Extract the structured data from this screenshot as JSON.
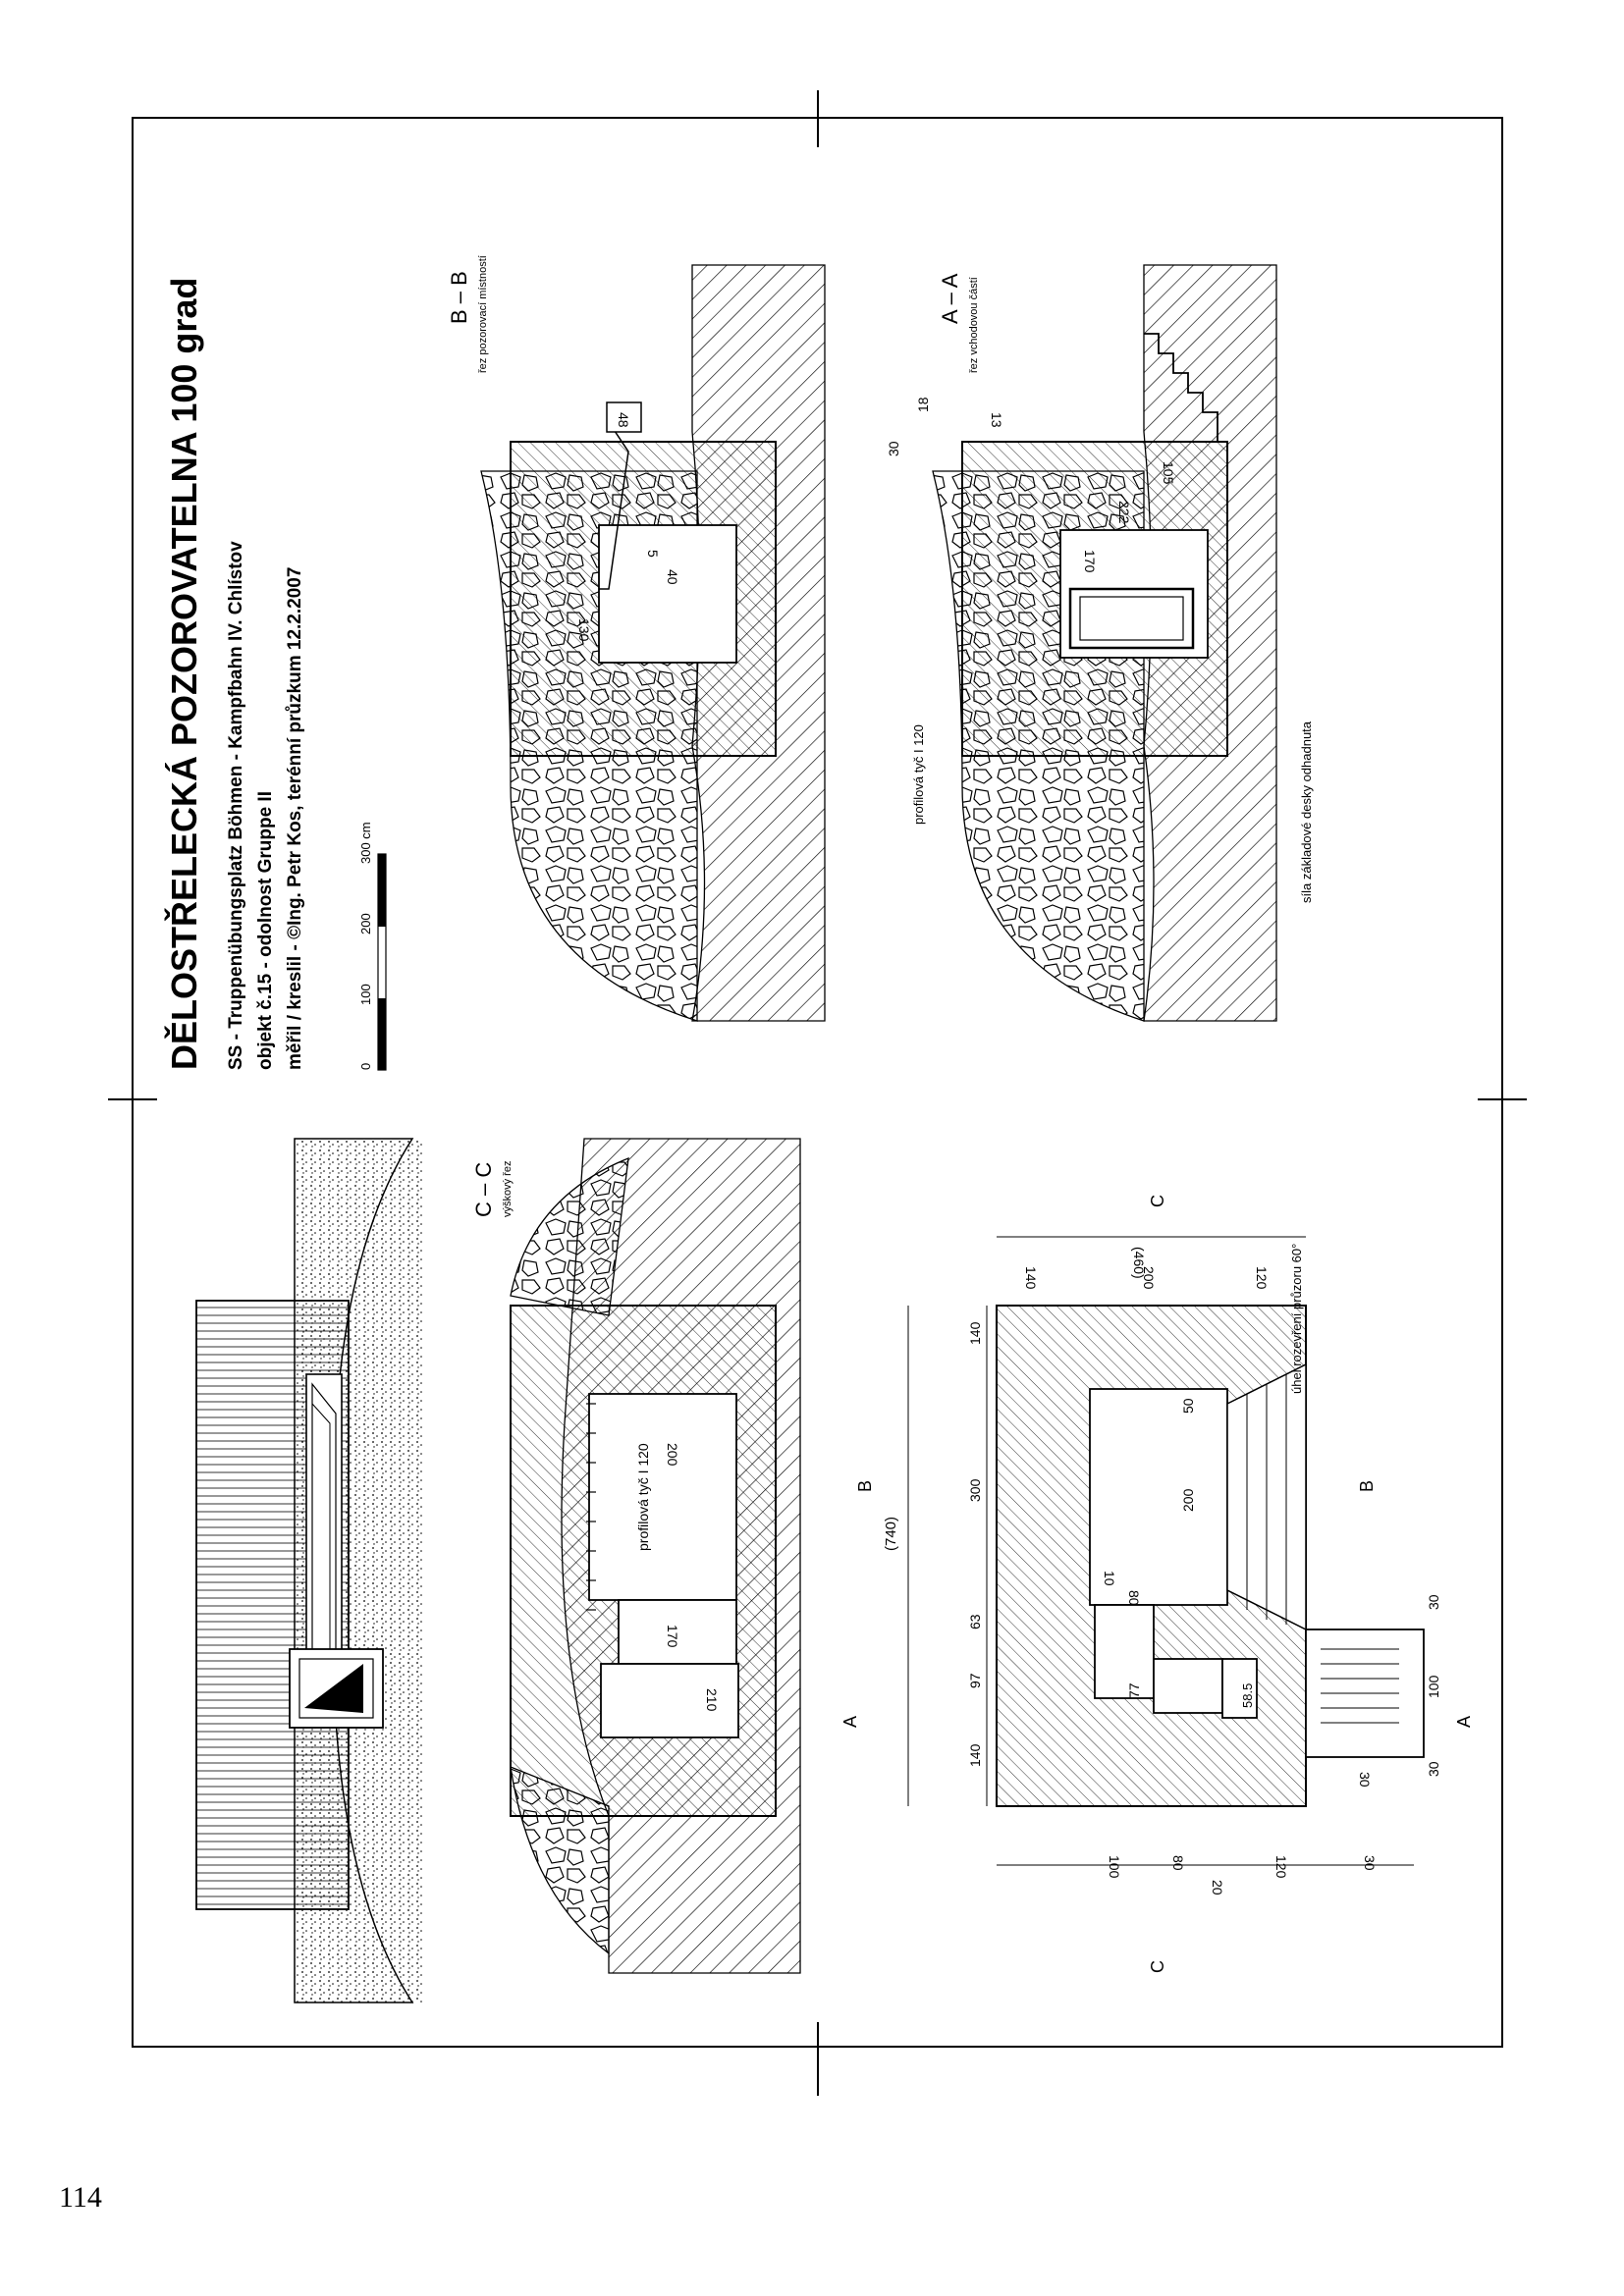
{
  "page_number": "114",
  "title": "DĚLOSTŘELECKÁ POZOROVATELNA 100 grad",
  "info_lines": [
    "SS - Truppenübungsplatz Böhmen - Kampfbahn IV. Chlístov",
    "objekt č.15 - odolnost Gruppe II",
    "měřil / kreslil - ©Ing. Petr Kos, terénní průzkum 12.2.2007"
  ],
  "scale_bar": {
    "ticks": [
      "0",
      "100",
      "200",
      "300 cm"
    ]
  },
  "section_bb": {
    "label": "B – B",
    "caption": "řez pozorovací místností",
    "dims": [
      "48",
      "5",
      "40",
      "130"
    ]
  },
  "section_aa": {
    "label": "A – A",
    "caption": "řez vchodovou částí",
    "dims": [
      "30",
      "18",
      "13",
      "105",
      "222",
      "170"
    ],
    "notes": [
      "profilová tyč I 120",
      "síla základové desky odhadnuta"
    ]
  },
  "section_cc": {
    "label": "C – C",
    "caption": "výškový řez",
    "dims": [
      "200",
      "170",
      "210"
    ],
    "notes": [
      "profilová tyč I 120"
    ]
  },
  "plan": {
    "cut_labels": [
      "A",
      "A",
      "B",
      "B",
      "C",
      "C"
    ],
    "top_dims": [
      "140",
      "300",
      "63",
      "97",
      "140"
    ],
    "total_width": "(740)",
    "right_dims": [
      "140",
      "200",
      "120"
    ],
    "total_height": "(460)",
    "left_dims": [
      "100",
      "80",
      "20",
      "120",
      "30"
    ],
    "inner_dims": [
      "50",
      "200",
      "10",
      "80",
      "77",
      "58.5"
    ],
    "entry_dims": [
      "30",
      "100",
      "30",
      "30"
    ],
    "note": "úhel rozevření průzoru 60°"
  },
  "colors": {
    "ink": "#000000",
    "paper": "#ffffff"
  }
}
